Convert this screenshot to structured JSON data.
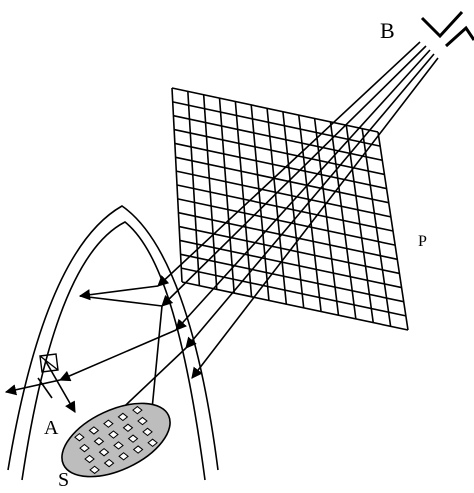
{
  "labels": {
    "beam_source": "B",
    "plane": "P",
    "point": "A",
    "surface": "S"
  },
  "grid": {
    "rows": 14,
    "cols": 13
  },
  "sample_cells": {
    "rows": 4,
    "cols": 5
  },
  "colors": {
    "line": "#000000",
    "sample_fill": "#bdbdbd",
    "cell_fill": "#ffffff"
  }
}
